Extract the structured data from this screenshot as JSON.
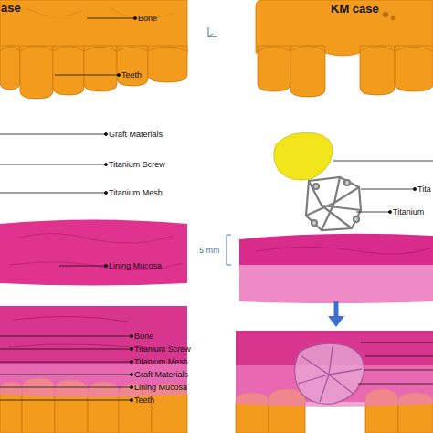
{
  "diagram": {
    "labels": [
      "ase",
      "KM case",
      "Bone",
      "Teeth",
      "Graft Materials",
      "Titanium Screw",
      "Titanium Mesh",
      "Lining Mucosa",
      "5 mm",
      "Tita",
      "Titanium",
      "Bone",
      "Titanium Screw",
      "Titanium Mesh",
      "Graft Materials",
      "Lining Mucosa",
      "Teeth"
    ]
  }
}
